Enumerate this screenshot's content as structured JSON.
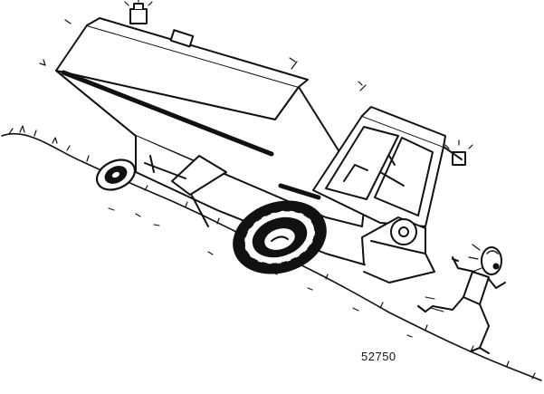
{
  "figure": {
    "reference_number": "52750"
  },
  "scene": {
    "vehicle": "combine-harvester",
    "terrain": "steep-slope",
    "figure": "running-man",
    "ink_color": "#111111",
    "background_color": "#ffffff"
  }
}
